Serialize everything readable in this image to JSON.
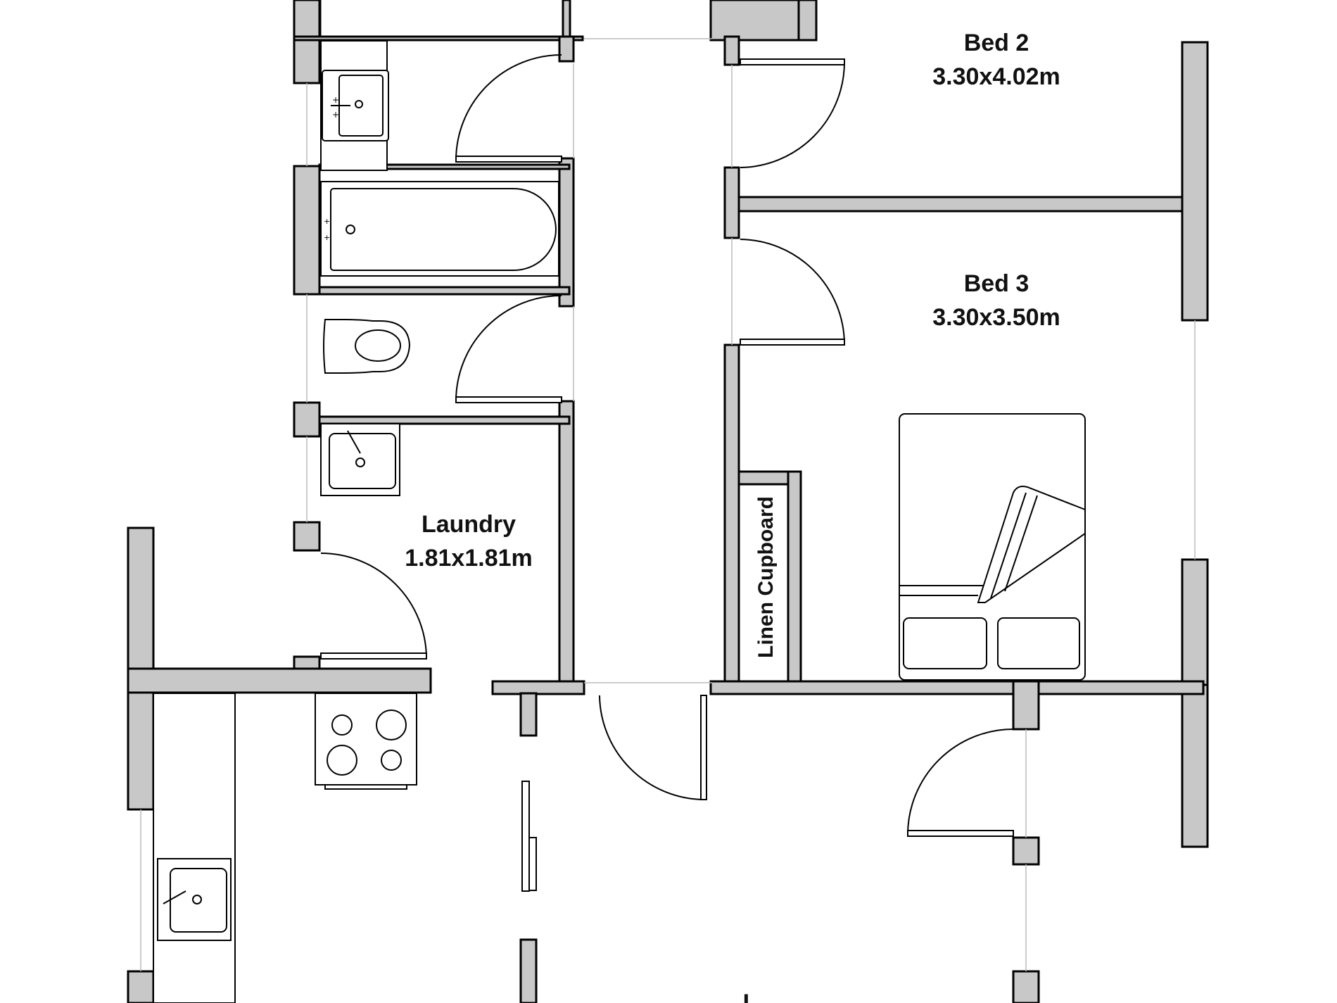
{
  "rooms": {
    "bed2": {
      "name": "Bed 2",
      "size": "3.30x4.02m"
    },
    "bed3": {
      "name": "Bed 3",
      "size": "3.30x3.50m"
    },
    "laundry": {
      "name": "Laundry",
      "size": "1.81x1.81m"
    },
    "linen": {
      "name": "Linen Cupboard"
    },
    "bottom_partial": {
      "name": "L"
    }
  },
  "icons": [
    "basin-icon",
    "bath-icon",
    "toilet-icon",
    "laundry-tub-icon",
    "cooktop-icon",
    "kitchen-sink-icon",
    "bed-icon"
  ],
  "colors": {
    "wall_fill": "#c8c8c8",
    "line": "#000000",
    "background": "#ffffff"
  }
}
